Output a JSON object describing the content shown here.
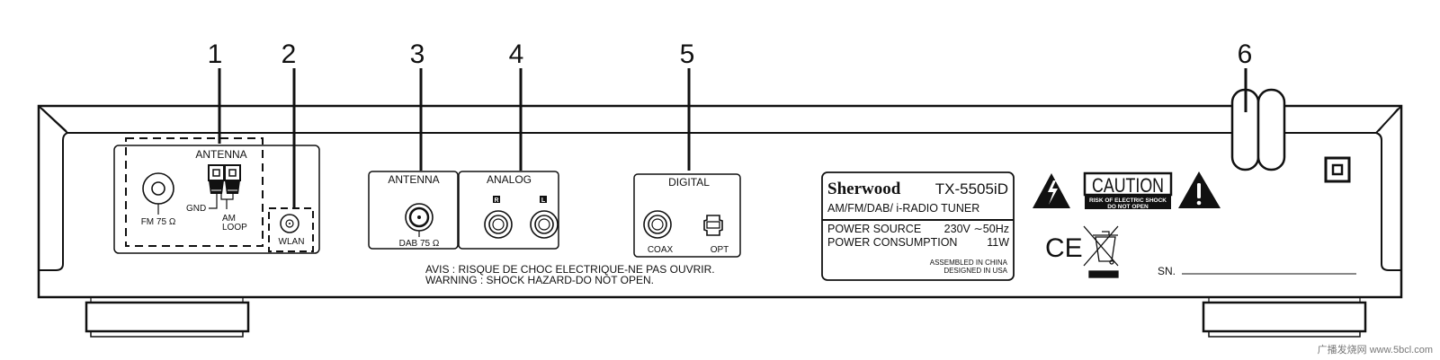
{
  "callouts": [
    "1",
    "2",
    "3",
    "4",
    "5",
    "6"
  ],
  "panel": {
    "antenna_group": {
      "title": "ANTENNA",
      "fm_label": "FM 75 Ω",
      "gnd_label": "GND",
      "am_label_1": "AM",
      "am_label_2": "LOOP"
    },
    "wlan": {
      "label": "WLAN"
    },
    "dab": {
      "title": "ANTENNA",
      "label": "DAB 75 Ω"
    },
    "analog": {
      "title": "ANALOG",
      "right": "R",
      "left": "L"
    },
    "digital": {
      "title": "DIGITAL",
      "coax": "COAX",
      "opt": "OPT"
    },
    "warning": {
      "fr": "AVIS : RISQUE DE CHOC ELECTRIQUE-NE PAS OUVRIR.",
      "en": "WARNING : SHOCK HAZARD-DO NOT OPEN."
    },
    "nameplate": {
      "brand": "Sherwood",
      "model": "TX-5505iD",
      "description": "AM/FM/DAB/ i-RADIO TUNER",
      "power_source_label": "POWER SOURCE",
      "power_source_value": "230V ∼50Hz",
      "power_consumption_label": "POWER CONSUMPTION",
      "power_consumption_value": "11W",
      "assembled": "ASSEMBLED IN CHINA",
      "designed": "DESIGNED IN USA"
    },
    "caution": {
      "title": "CAUTION",
      "line1": "RISK OF ELECTRIC SHOCK",
      "line2": "DO NOT OPEN"
    },
    "ce_mark": "CE",
    "serial_label": "SN."
  },
  "watermark": "广播发烧网 www.5bcl.com"
}
